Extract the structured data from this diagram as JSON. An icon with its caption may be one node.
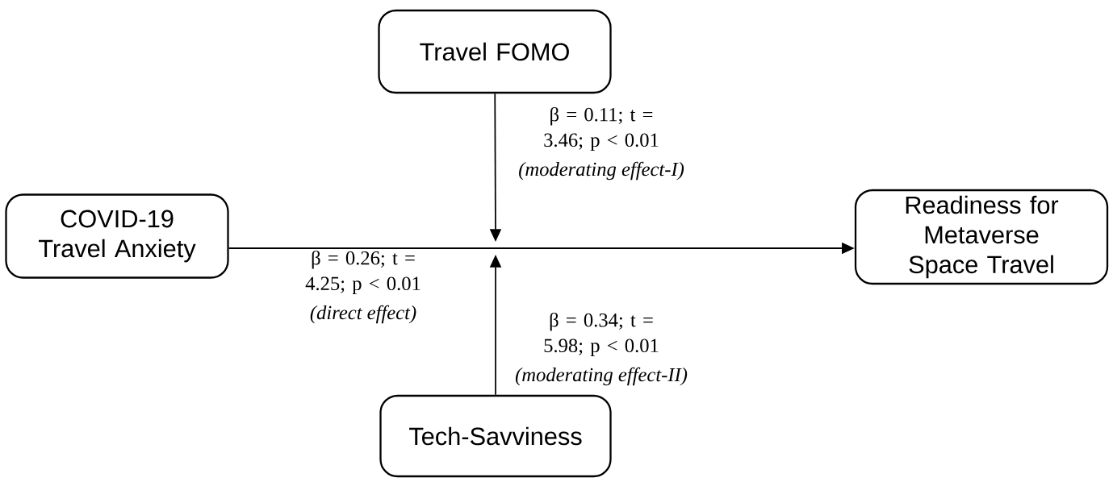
{
  "diagram": {
    "nodes": [
      {
        "text": [
          "Travel FOMO"
        ]
      },
      {
        "text": [
          "COVID-19 Travel Anxiety"
        ]
      },
      {
        "text": [
          "Readiness for Metaverse Space Travel"
        ]
      },
      {
        "text": [
          "Tech-Savviness"
        ]
      }
    ],
    "edges": [
      {
        "from": 0,
        "to": null,
        "arrow": "to",
        "label": "β = 0.11; t = 3.46; p < 0.01"
      },
      {
        "from": 1,
        "to": 2,
        "arrow": "to",
        "label": "β = 0.26; t = 4.25; p < 0.01"
      },
      {
        "from": 3,
        "to": null,
        "arrow": "to",
        "label": "β = 0.34; t = 5.98; p < 0.01"
      }
    ],
    "labels": [
      "(moderating effect-I)",
      "(direct effect)",
      "(moderating effect-II)"
    ]
  }
}
